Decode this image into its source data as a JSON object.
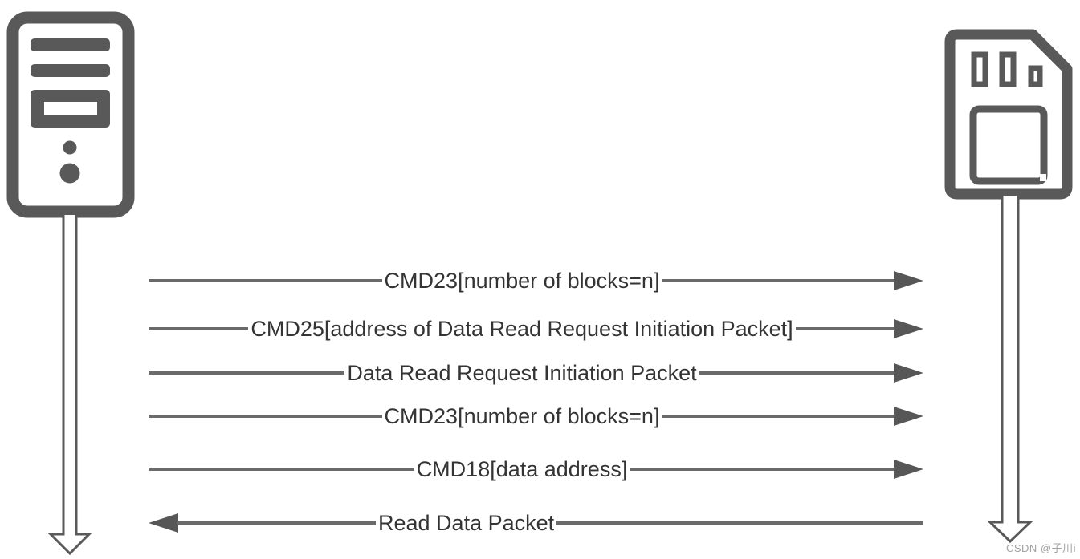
{
  "diagram": {
    "type": "sequence-diagram",
    "topic": "SD card multi-block read command flow"
  },
  "actors": {
    "host": {
      "icon": "computer-tower-icon",
      "role": "sender"
    },
    "sd_card": {
      "icon": "sd-card-icon",
      "role": "receiver"
    }
  },
  "messages": [
    {
      "label": "CMD23[number of blocks=n]",
      "direction": "right"
    },
    {
      "label": "CMD25[address of Data Read Request Initiation Packet]",
      "direction": "right"
    },
    {
      "label": "Data Read Request Initiation Packet",
      "direction": "right"
    },
    {
      "label": "CMD23[number of blocks=n]",
      "direction": "right"
    },
    {
      "label": "CMD18[data address]",
      "direction": "right"
    },
    {
      "label": "Read Data Packet",
      "direction": "left"
    }
  ],
  "watermark": "CSDN @子川i",
  "colors": {
    "icon_stroke": "#595959",
    "message_line": "#6a6a6a",
    "arrowhead": "#575757",
    "label_text": "#343434",
    "watermark_text": "#a3a3a3",
    "background": "#ffffff"
  }
}
